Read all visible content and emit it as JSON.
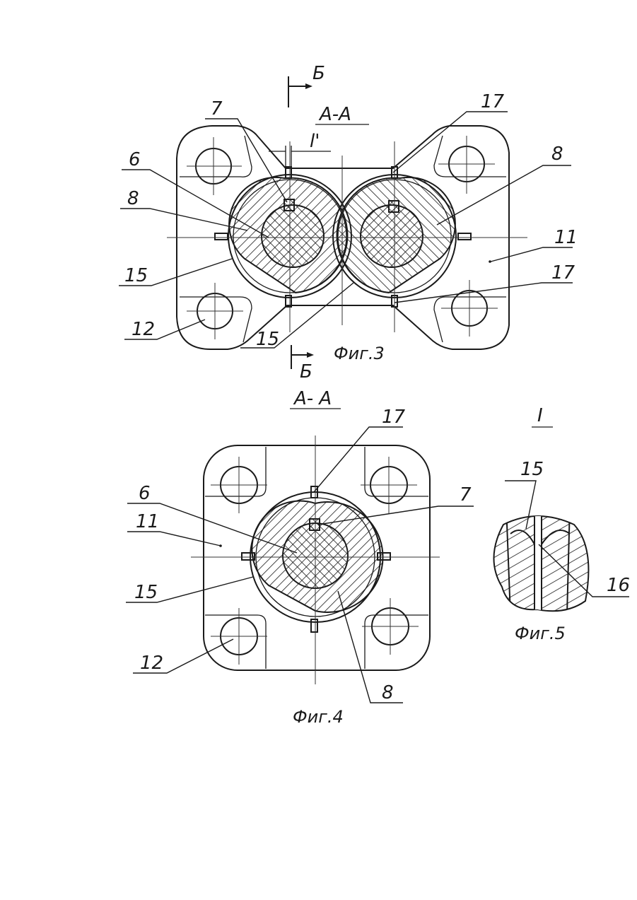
{
  "fig3": {
    "caption": "Фиг.3",
    "section_title": "А-А",
    "section_mark": "Б",
    "dimension_label": "l'",
    "labels": {
      "p7": "7",
      "p6": "6",
      "p8_left": "8",
      "p15_left": "15",
      "p12": "12",
      "p15_bottom": "15",
      "p17_top": "17",
      "p8_right": "8",
      "p11": "11",
      "p17_bottom": "17"
    }
  },
  "fig4": {
    "caption": "Фиг.4",
    "section_title": "А- А",
    "labels": {
      "p17": "17",
      "p6": "6",
      "p7": "7",
      "p11": "11",
      "p15": "15",
      "p12": "12",
      "p8": "8"
    }
  },
  "fig5": {
    "caption": "Фиг.5",
    "detail_mark": "I",
    "labels": {
      "p15": "15",
      "p16": "16"
    }
  }
}
